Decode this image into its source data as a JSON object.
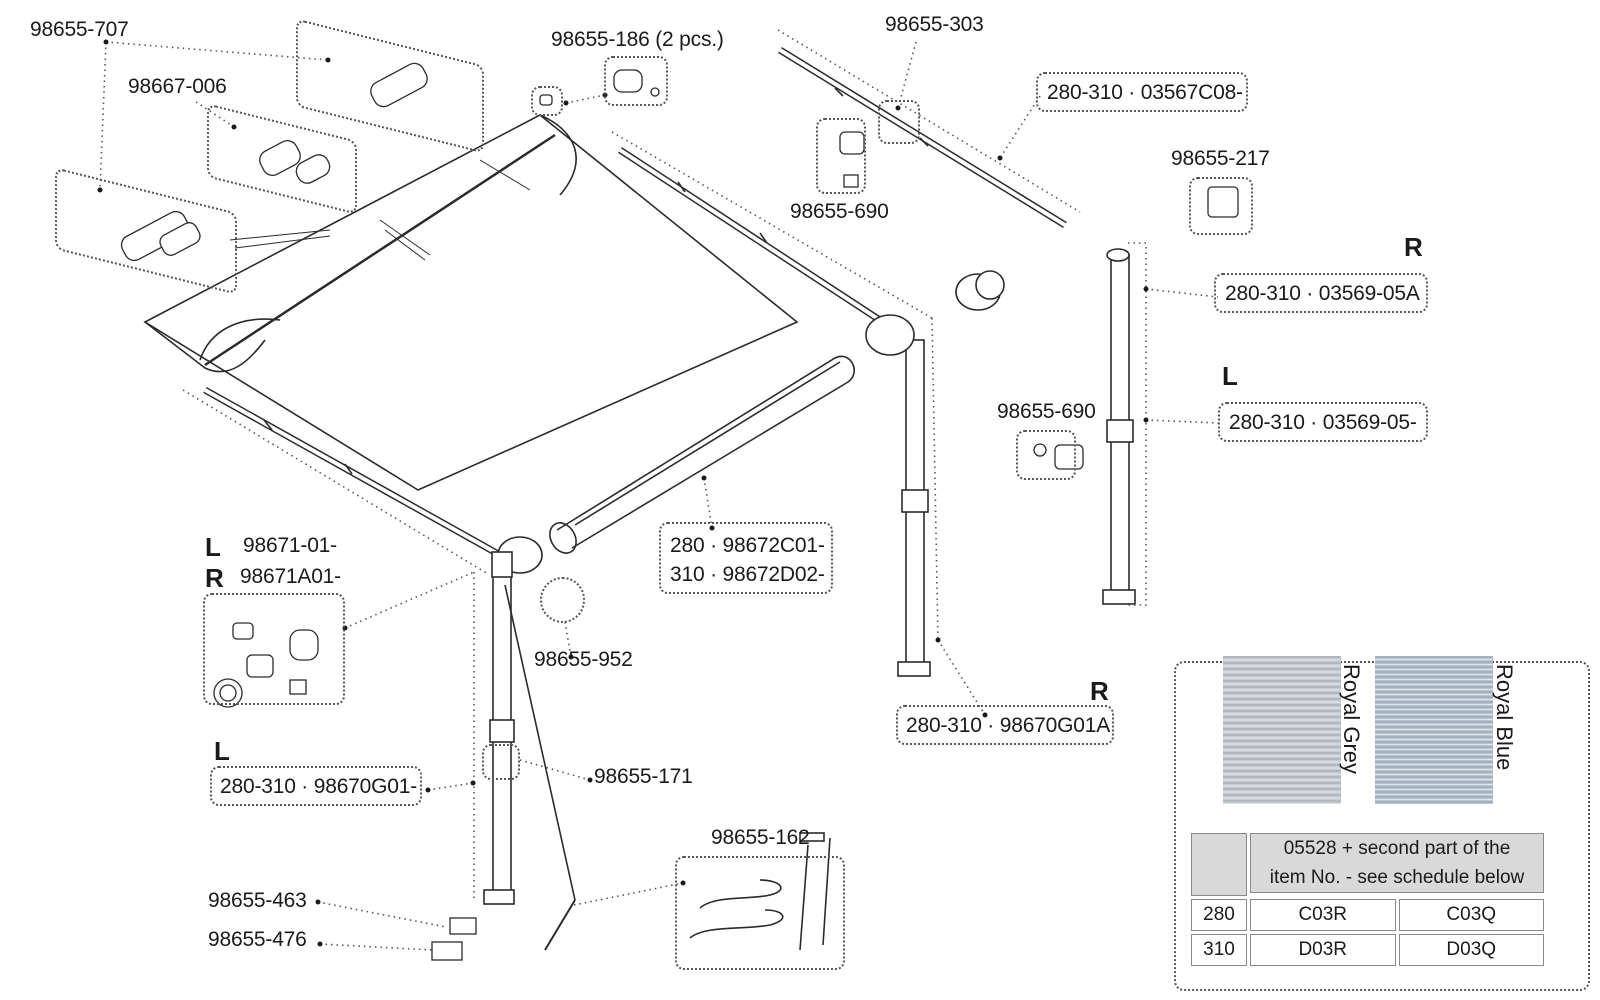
{
  "part_labels": {
    "p98655_707": "98655-707",
    "p98667_006": "98667-006",
    "p98655_186": "98655-186 (2 pcs.)",
    "p98655_303": "98655-303",
    "p03567": "280-310 · 03567C08-",
    "p98655_217": "98655-217",
    "p98655_690a": "98655-690",
    "p03569_05A": "280-310 · 03569-05A",
    "p98655_690b": "98655-690",
    "p03569_05": "280-310 · 03569-05-",
    "p98672_280": "280 · 98672C01-",
    "p98672_310": "310 · 98672D02-",
    "p98671_L": "98671-01-",
    "p98671_R": "98671A01-",
    "p98655_952": "98655-952",
    "p98670G01A": "280-310 · 98670G01A",
    "p98670G01": "280-310 · 98670G01-",
    "p98655_171": "98655-171",
    "p98655_162": "98655-162",
    "p98655_463": "98655-463",
    "p98655_476": "98655-476"
  },
  "side_markers": {
    "r_top": "R",
    "l_mid": "L",
    "l_arm": "L",
    "r_arm": "R",
    "r_leg": "R",
    "l_leg": "L"
  },
  "fabric_colors": {
    "swatch_1_name": "Royal Grey",
    "swatch_2_name": "Royal Blue",
    "swatch_1_color": "#c9cdd0",
    "swatch_2_color": "#b9c6d0"
  },
  "schedule": {
    "header_line1": "05528 + second part of the",
    "header_line2": "item No. - see schedule below",
    "rows": [
      {
        "size": "280",
        "grey": "C03R",
        "blue": "C03Q"
      },
      {
        "size": "310",
        "grey": "D03R",
        "blue": "D03Q"
      }
    ]
  },
  "colors": {
    "line": "#2b2b2b",
    "dots": "#555555",
    "table_header": "#d9d9d9"
  }
}
